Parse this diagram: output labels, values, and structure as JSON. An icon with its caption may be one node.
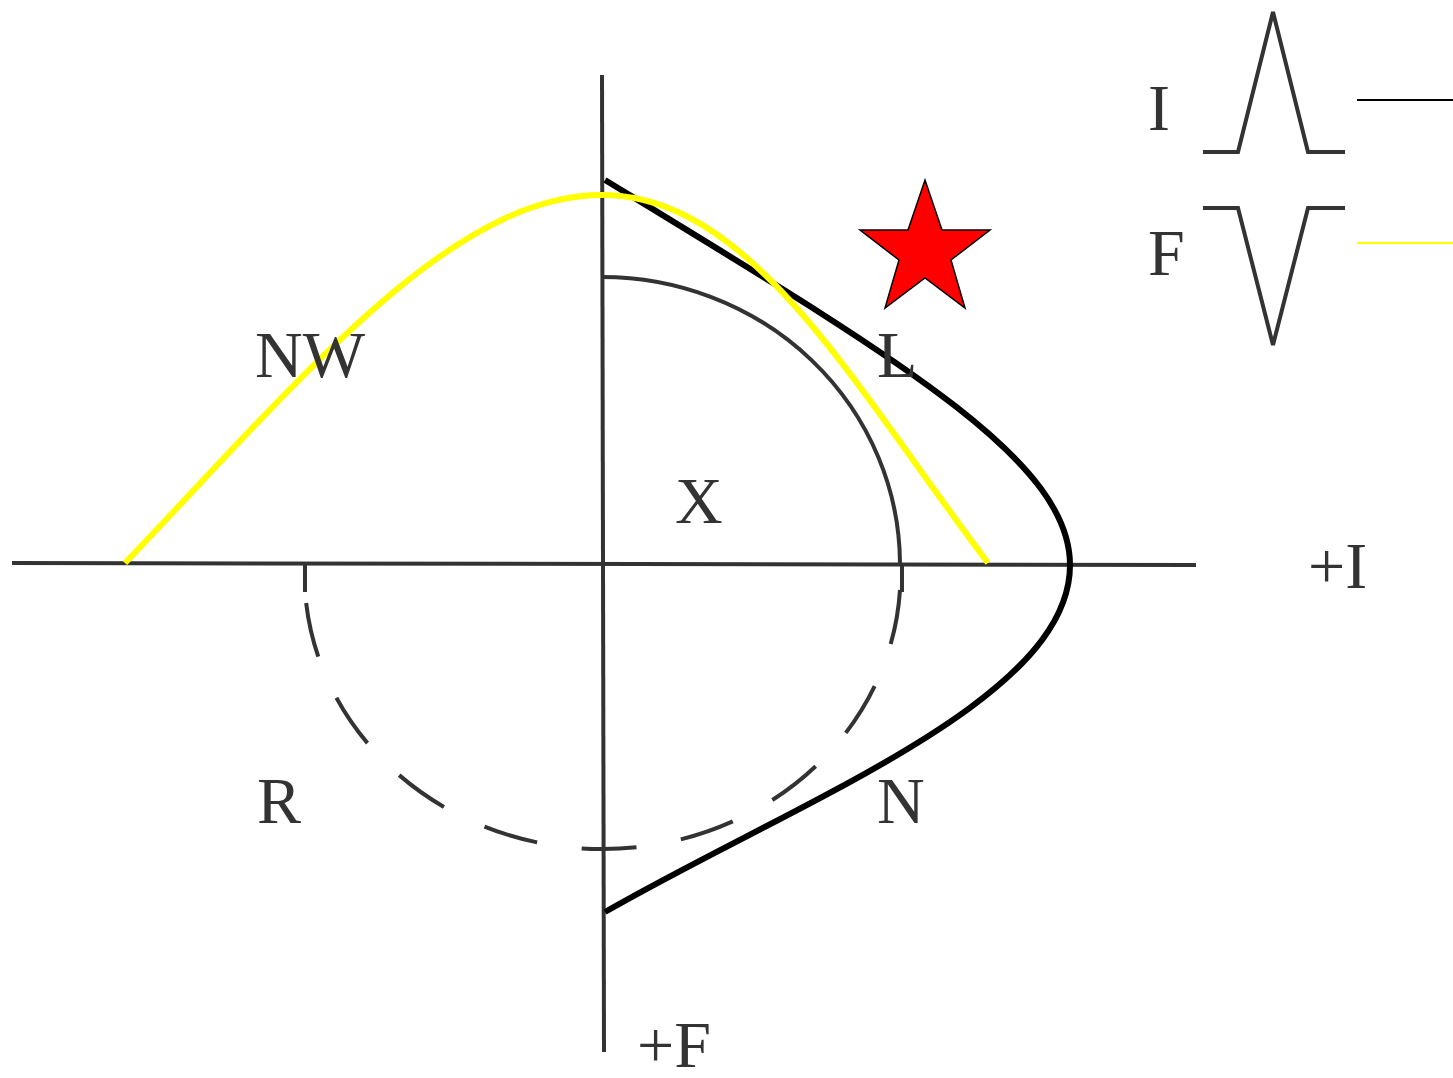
{
  "diagram": {
    "labels": [
      "NW",
      "L",
      "X",
      "+I",
      "R",
      "N",
      "+F"
    ],
    "legend": [
      {
        "text": "I"
      },
      {
        "text": "F"
      }
    ]
  }
}
